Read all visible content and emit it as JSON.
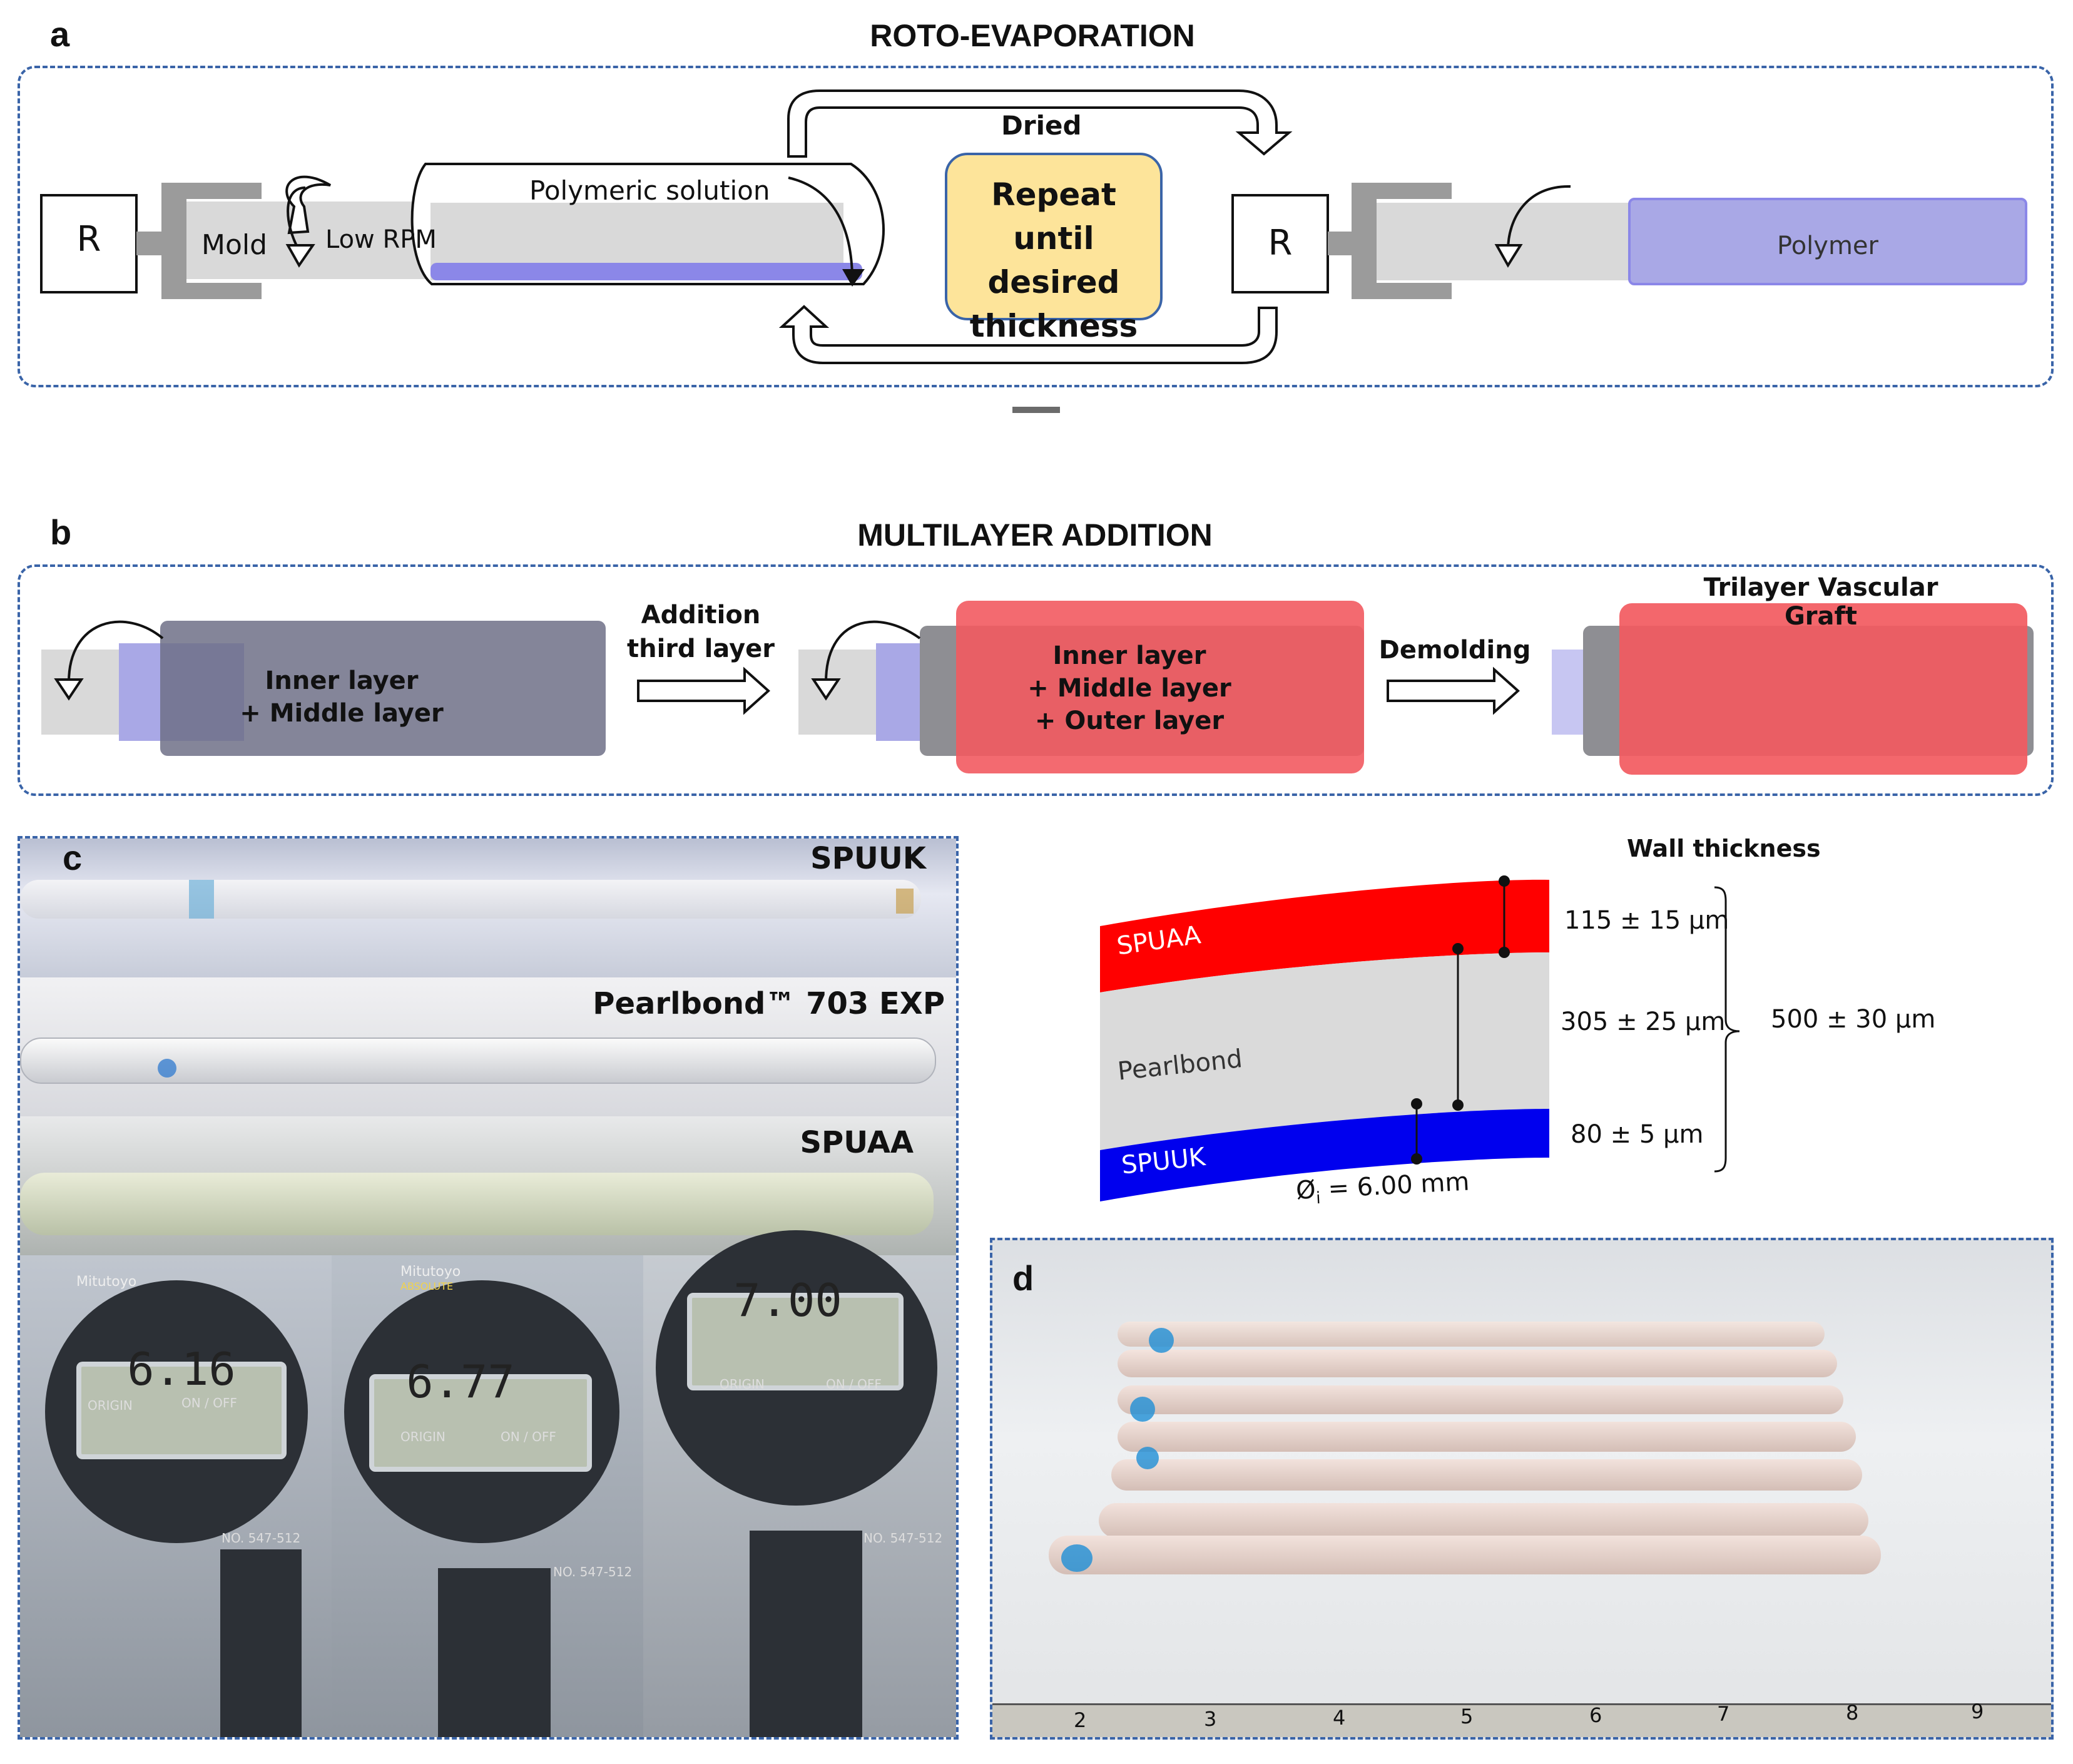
{
  "panel_a": {
    "letter": "a",
    "title": "ROTO-EVAPORATION",
    "rotor_left": "R",
    "mold": "Mold",
    "low_rpm": "Low RPM",
    "polymeric_solution": "Polymeric solution",
    "dried": "Dried",
    "repeat_until": [
      "Repeat until",
      "desired",
      "thickness"
    ],
    "rotor_right": "R",
    "polymer": "Polymer"
  },
  "panel_b": {
    "letter": "b",
    "title": "MULTILAYER ADDITION",
    "tube1_label": [
      "Inner layer",
      "+ Middle layer"
    ],
    "addition": [
      "Addition",
      "third layer"
    ],
    "tube2_label": [
      "Inner layer",
      "+ Middle layer",
      "+ Outer layer"
    ],
    "demolding": "Demolding",
    "graft_title": "Trilayer Vascular Graft"
  },
  "panel_c": {
    "letter": "c",
    "samples": [
      "SPUUK",
      "Pearlbond™ 703 EXP",
      "SPUAA"
    ],
    "gauge_readings": [
      "6.16",
      "6.77",
      "7.00"
    ],
    "gauge_brand": "Mitutoyo",
    "gauge_sub": "ABSOLUTE",
    "origin": "ORIGIN",
    "onoff": "ON / OFF",
    "model_no": "NO. 547-512"
  },
  "wall_thickness": {
    "title": "Wall thickness",
    "layers": [
      {
        "name": "SPUAA",
        "thickness": "115 ± 15 µm",
        "color": "#ff0000"
      },
      {
        "name": "Pearlbond",
        "thickness": "305 ± 25 µm",
        "color": "#dadada"
      },
      {
        "name": "SPUUK",
        "thickness": "80 ± 5 µm",
        "color": "#0000ee"
      }
    ],
    "total": "500 ± 30 µm",
    "inner_diameter_symbol": "Ø",
    "inner_diameter_sub": "i",
    "inner_diameter_value": " = 6.00 mm"
  },
  "panel_d": {
    "letter": "d",
    "ruler_numbers": [
      "2",
      "3",
      "4",
      "5",
      "6",
      "7",
      "8",
      "9"
    ]
  },
  "colors": {
    "dash_border": "#3a64a8",
    "polymer_purple": "#a9a8e6",
    "repeat_box_fill": "#fde49a",
    "layer_gray": "#8e8e93",
    "outer_red": "#f25a60"
  }
}
